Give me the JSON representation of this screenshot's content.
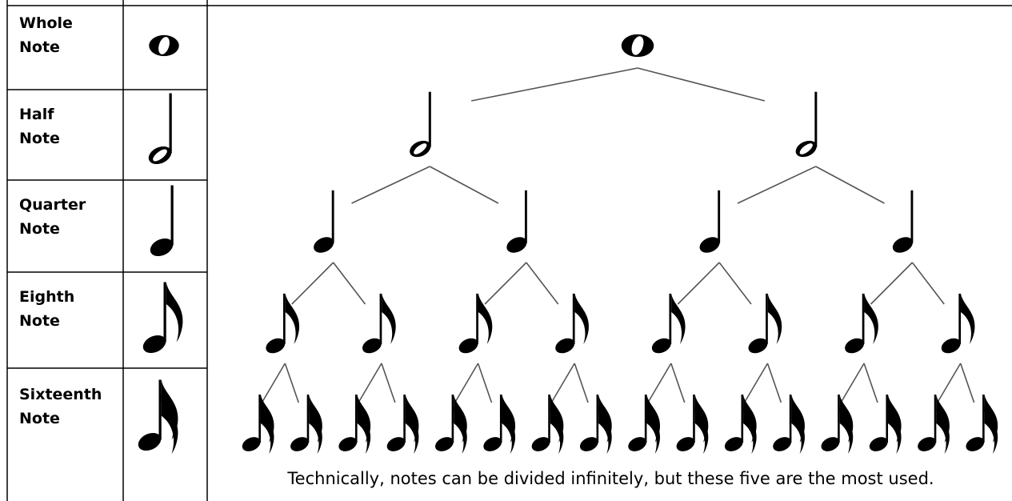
{
  "note_types": [
    {
      "name": "Whole\nNote",
      "icon": "whole-note-icon"
    },
    {
      "name": "Half\nNote",
      "icon": "half-note-icon"
    },
    {
      "name": "Quarter\nNote",
      "icon": "quarter-note-icon"
    },
    {
      "name": "Eighth\nNote",
      "icon": "eighth-note-icon"
    },
    {
      "name": "Sixteenth\nNote",
      "icon": "sixteenth-note-icon"
    }
  ],
  "tree_levels": [
    {
      "name": "whole",
      "count": 1
    },
    {
      "name": "half",
      "count": 2
    },
    {
      "name": "quarter",
      "count": 4
    },
    {
      "name": "eighth",
      "count": 8
    },
    {
      "name": "sixteenth",
      "count": 16
    }
  ],
  "caption": "Technically, notes can be divided infinitely, but these five are the most used.",
  "colors": {
    "ink": "#000000",
    "branch": "#555555",
    "border": "#000000",
    "background": "#ffffff"
  }
}
